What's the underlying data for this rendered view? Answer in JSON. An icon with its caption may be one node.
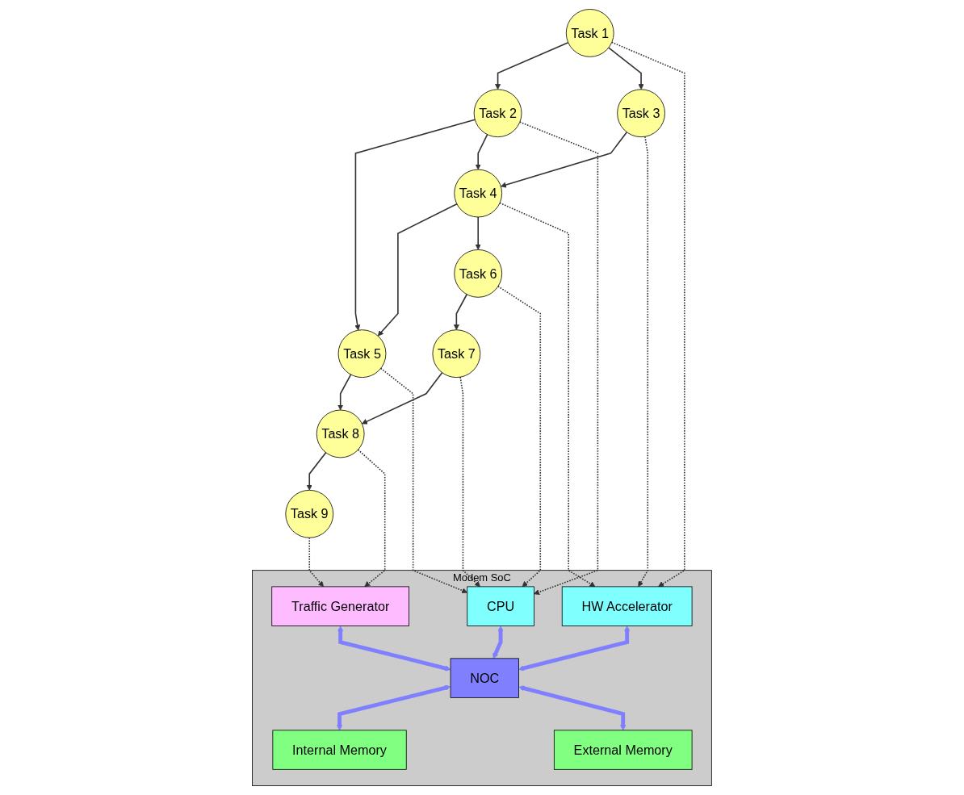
{
  "diagram": {
    "nodes": [
      {
        "text": [
          "Task 1"
        ]
      },
      {
        "text": [
          "Task 2"
        ]
      },
      {
        "text": [
          "Task 3"
        ]
      },
      {
        "text": [
          "Task 4"
        ]
      },
      {
        "text": [
          "Task 5"
        ]
      },
      {
        "text": [
          "Task 6"
        ]
      },
      {
        "text": [
          "Task 7"
        ]
      },
      {
        "text": [
          "Task 8"
        ]
      },
      {
        "text": [
          "Task 9"
        ]
      },
      {
        "text": [
          "Modem SoC"
        ]
      },
      {
        "text": [
          "HW Accelerator"
        ],
        "in": 9
      },
      {
        "text": [
          "CPU"
        ],
        "in": 9
      },
      {
        "text": [
          "Traffic Generator"
        ],
        "in": 9
      },
      {
        "text": [
          "NOC"
        ],
        "in": 9
      },
      {
        "text": [
          "Internal Memory"
        ],
        "in": 9
      },
      {
        "text": [
          "External Memory"
        ],
        "in": 9
      }
    ],
    "edges": [
      {
        "from": 0,
        "to": 1,
        "arrow": "to"
      },
      {
        "from": 0,
        "to": 2,
        "arrow": "to"
      },
      {
        "from": 1,
        "to": 4,
        "arrow": "to"
      },
      {
        "from": 1,
        "to": 3,
        "arrow": "to"
      },
      {
        "from": 2,
        "to": 3,
        "arrow": "to"
      },
      {
        "from": 3,
        "to": 4,
        "arrow": "to"
      },
      {
        "from": 3,
        "to": 5,
        "arrow": "to"
      },
      {
        "from": 4,
        "to": 7,
        "arrow": "to"
      },
      {
        "from": 5,
        "to": 6,
        "arrow": "to"
      },
      {
        "from": 6,
        "to": 7,
        "arrow": "to"
      },
      {
        "from": 7,
        "to": 8,
        "arrow": "to"
      },
      {
        "from": 0,
        "to": 10,
        "arrow": "to",
        "style": "dashed"
      },
      {
        "from": 2,
        "to": 10,
        "arrow": "to",
        "style": "dashed"
      },
      {
        "from": 3,
        "to": 10,
        "arrow": "to",
        "style": "dashed"
      },
      {
        "from": 1,
        "to": 11,
        "arrow": "to",
        "style": "dashed"
      },
      {
        "from": 5,
        "to": 11,
        "arrow": "to",
        "style": "dashed"
      },
      {
        "from": 4,
        "to": 11,
        "arrow": "to",
        "style": "dashed"
      },
      {
        "from": 6,
        "to": 11,
        "arrow": "to",
        "style": "dashed"
      },
      {
        "from": 7,
        "to": 12,
        "arrow": "to",
        "style": "dashed"
      },
      {
        "from": 8,
        "to": 12,
        "arrow": "to",
        "style": "dashed"
      },
      {
        "from": 10,
        "to": 13,
        "arrow": "both",
        "style": "thick",
        "color": "#7f7fff"
      },
      {
        "from": 11,
        "to": 13,
        "arrow": "both",
        "style": "thick",
        "color": "#7f7fff"
      },
      {
        "from": 12,
        "to": 13,
        "arrow": "both",
        "style": "thick",
        "color": "#7f7fff"
      },
      {
        "from": 13,
        "to": 14,
        "arrow": "both",
        "style": "thick",
        "color": "#7f7fff"
      },
      {
        "from": 13,
        "to": 15,
        "arrow": "both",
        "style": "thick",
        "color": "#7f7fff"
      }
    ]
  }
}
